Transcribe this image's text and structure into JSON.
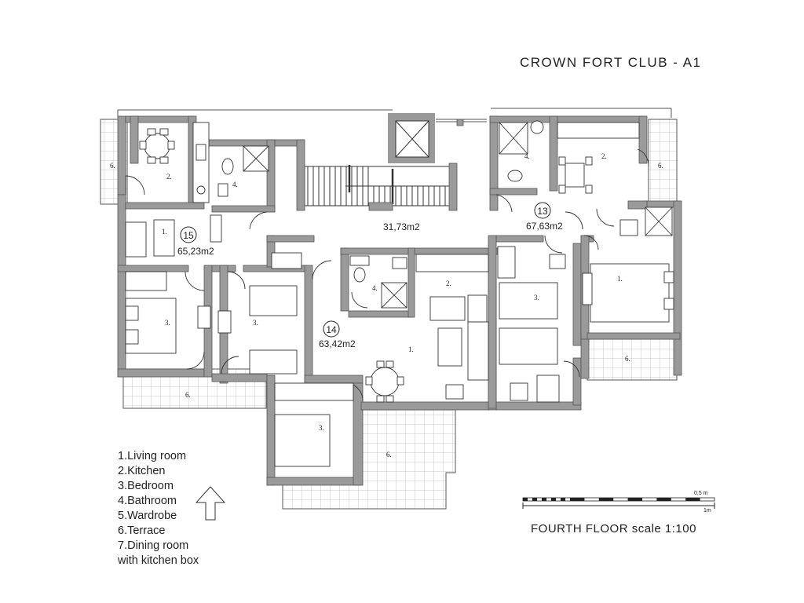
{
  "title": "CROWN FORT CLUB - A1",
  "floor_label": "FOURTH FLOOR scale 1:100",
  "scale_bar": {
    "half_label": "0,5 m",
    "full_label": "1m"
  },
  "legend": [
    "1.Living room",
    "2.Kitchen",
    "3.Bedroom",
    "4.Bathroom",
    "5.Wardrobe",
    "6.Terrace",
    "7.Dining room",
    "with kitchen box"
  ],
  "apartments": [
    {
      "number": "15",
      "area": "65,23m2"
    },
    {
      "number": "14",
      "area": "63,42m2"
    },
    {
      "number": "13",
      "area": "67,63m2"
    }
  ],
  "common_area": "31,73m2",
  "room_labels": {
    "a15_terrace_left": "6.",
    "a15_kitchen": "2.",
    "a15_bath": "4.",
    "a15_living": "1.",
    "a15_bed_a": "3.",
    "a15_bed_b": "3.",
    "a15_terrace_bottom": "6.",
    "a14_bath": "4.",
    "a14_kitchen": "2.",
    "a14_living": "1.",
    "a14_bed": "3.",
    "a14_terrace": "6.",
    "a13_bath": "4.",
    "a13_kitchen": "2.",
    "a13_terrace_right": "6.",
    "a13_bed_left": "3.",
    "a13_living": "1.",
    "a13_terrace_bottom": "6."
  }
}
